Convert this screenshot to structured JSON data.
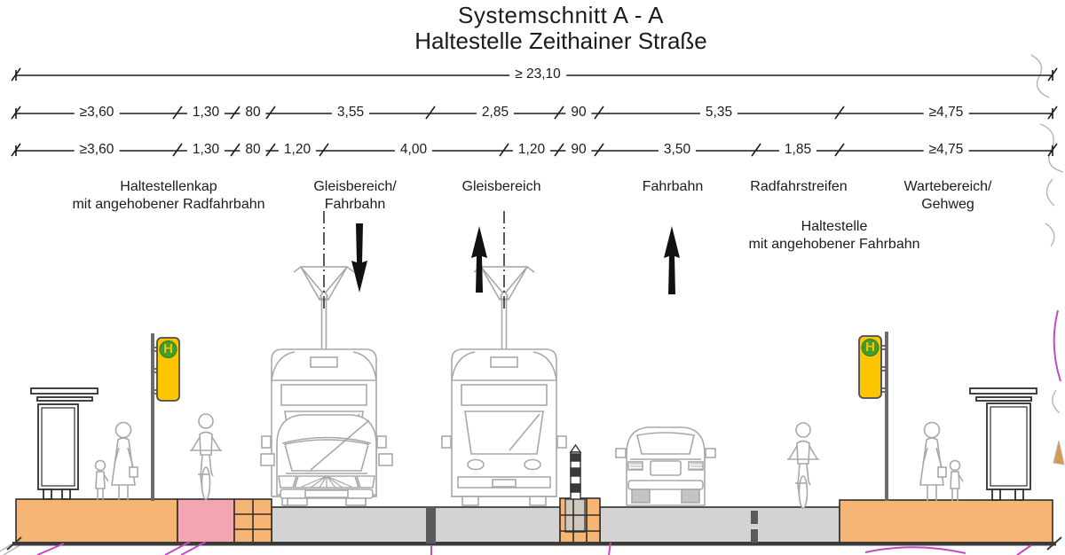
{
  "title": {
    "line1": "Systemschnitt A - A",
    "line2": "Haltestelle Zeithainer Straße"
  },
  "dims": {
    "total": "≥ 23,10",
    "row2": [
      "≥3,60",
      "1,30",
      "80",
      "3,55",
      "2,85",
      "90",
      "5,35",
      "≥4,75"
    ],
    "row3": [
      "≥3,60",
      "1,30",
      "80",
      "1,20",
      "4,00",
      "1,20",
      "90",
      "3,50",
      "1,85",
      "≥4,75"
    ]
  },
  "zones": {
    "kap1": "Haltestellenkap",
    "kap2": "mit angehobener Radfahrbahn",
    "gleisfb1": "Gleisbereich/",
    "gleisfb2": "Fahrbahn",
    "gleis": "Gleisbereich",
    "fahrbahn": "Fahrbahn",
    "radstreifen": "Radfahrstreifen",
    "warte1": "Wartebereich/",
    "warte2": "Gehweg",
    "halte1": "Haltestelle",
    "halte2": "mit angehobener Fahrbahn"
  },
  "signs": {
    "stop_letter": "H"
  },
  "colors": {
    "platform_orange": "#f6b475",
    "bike_pink": "#f3a6b2",
    "road_gray": "#d3d3d3",
    "marking_dark": "#5a5a5a",
    "baseline_dark": "#3a3a3a",
    "sign_yellow": "#fdc400",
    "sign_green": "#3f9f2f",
    "outline_gray": "#a8a8a8",
    "line_black": "#1c1c1c",
    "plan_magenta": "#c44ac0"
  }
}
